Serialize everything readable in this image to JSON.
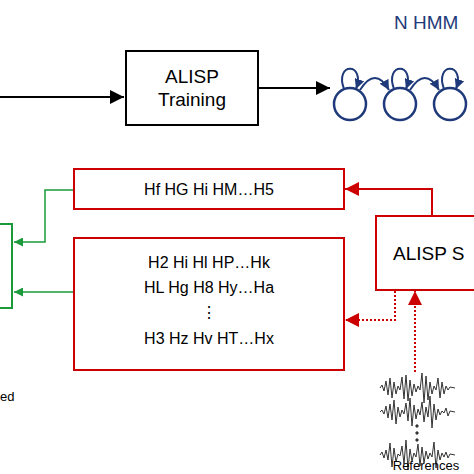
{
  "diagram": {
    "nodes": [
      {
        "text": [
          "ALISP Training"
        ]
      },
      {
        "text": [
          "N HMM"
        ]
      },
      {
        "text": [
          "Hf HG Hi HM…H5"
        ]
      },
      {
        "text": [
          "H2 Hi Hl HP…Hk",
          "HL Hg H8 Hy…Ha",
          "⋮",
          "H3 Hz Hv HT…Hx"
        ]
      },
      {
        "text": [
          "ALISP S"
        ]
      },
      {
        "text": [
          "References"
        ]
      }
    ],
    "edges": [
      {
        "from": 0,
        "to": 1,
        "arrow": "to"
      },
      {
        "from": 4,
        "to": 2,
        "arrow": "to"
      },
      {
        "from": 4,
        "to": 3,
        "arrow": "to"
      },
      {
        "from": 5,
        "to": 4,
        "arrow": "to"
      }
    ],
    "labels": [
      "ed"
    ]
  }
}
